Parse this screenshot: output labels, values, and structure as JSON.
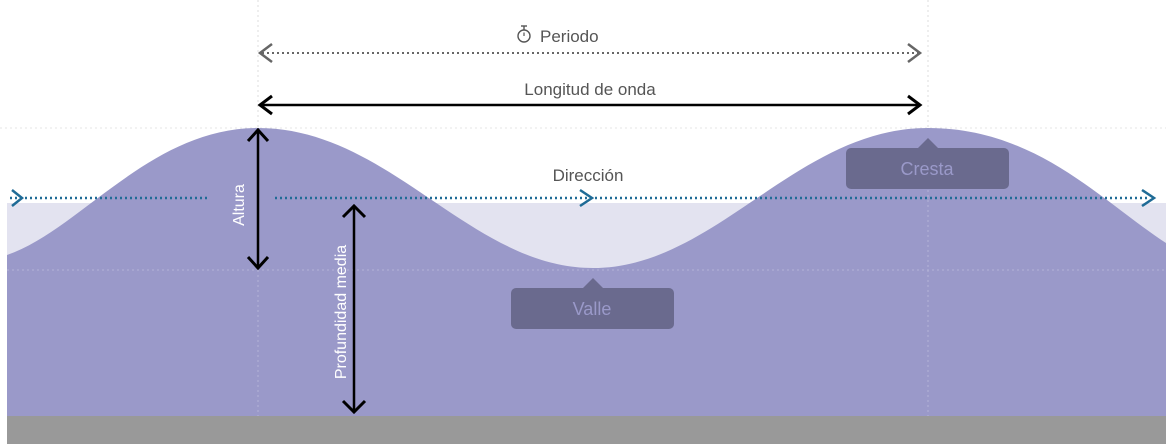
{
  "labels": {
    "period": "Periodo",
    "wavelength": "Longitud de onda",
    "direction": "Dirección",
    "height": "Altura",
    "mean_depth": "Profundidad media",
    "crest": "Cresta",
    "trough": "Valle"
  },
  "icons": {
    "period_icon": "stopwatch-icon"
  },
  "colors": {
    "water": "#9a99c9",
    "water_band": "#e3e3f0",
    "seabed": "#999999",
    "direction_arrow": "#1f6b96",
    "tag_bg": "#6a6a8e",
    "tag_text": "#9a99c9",
    "measure_arrow": "#000000",
    "period_arrow": "#666666"
  }
}
